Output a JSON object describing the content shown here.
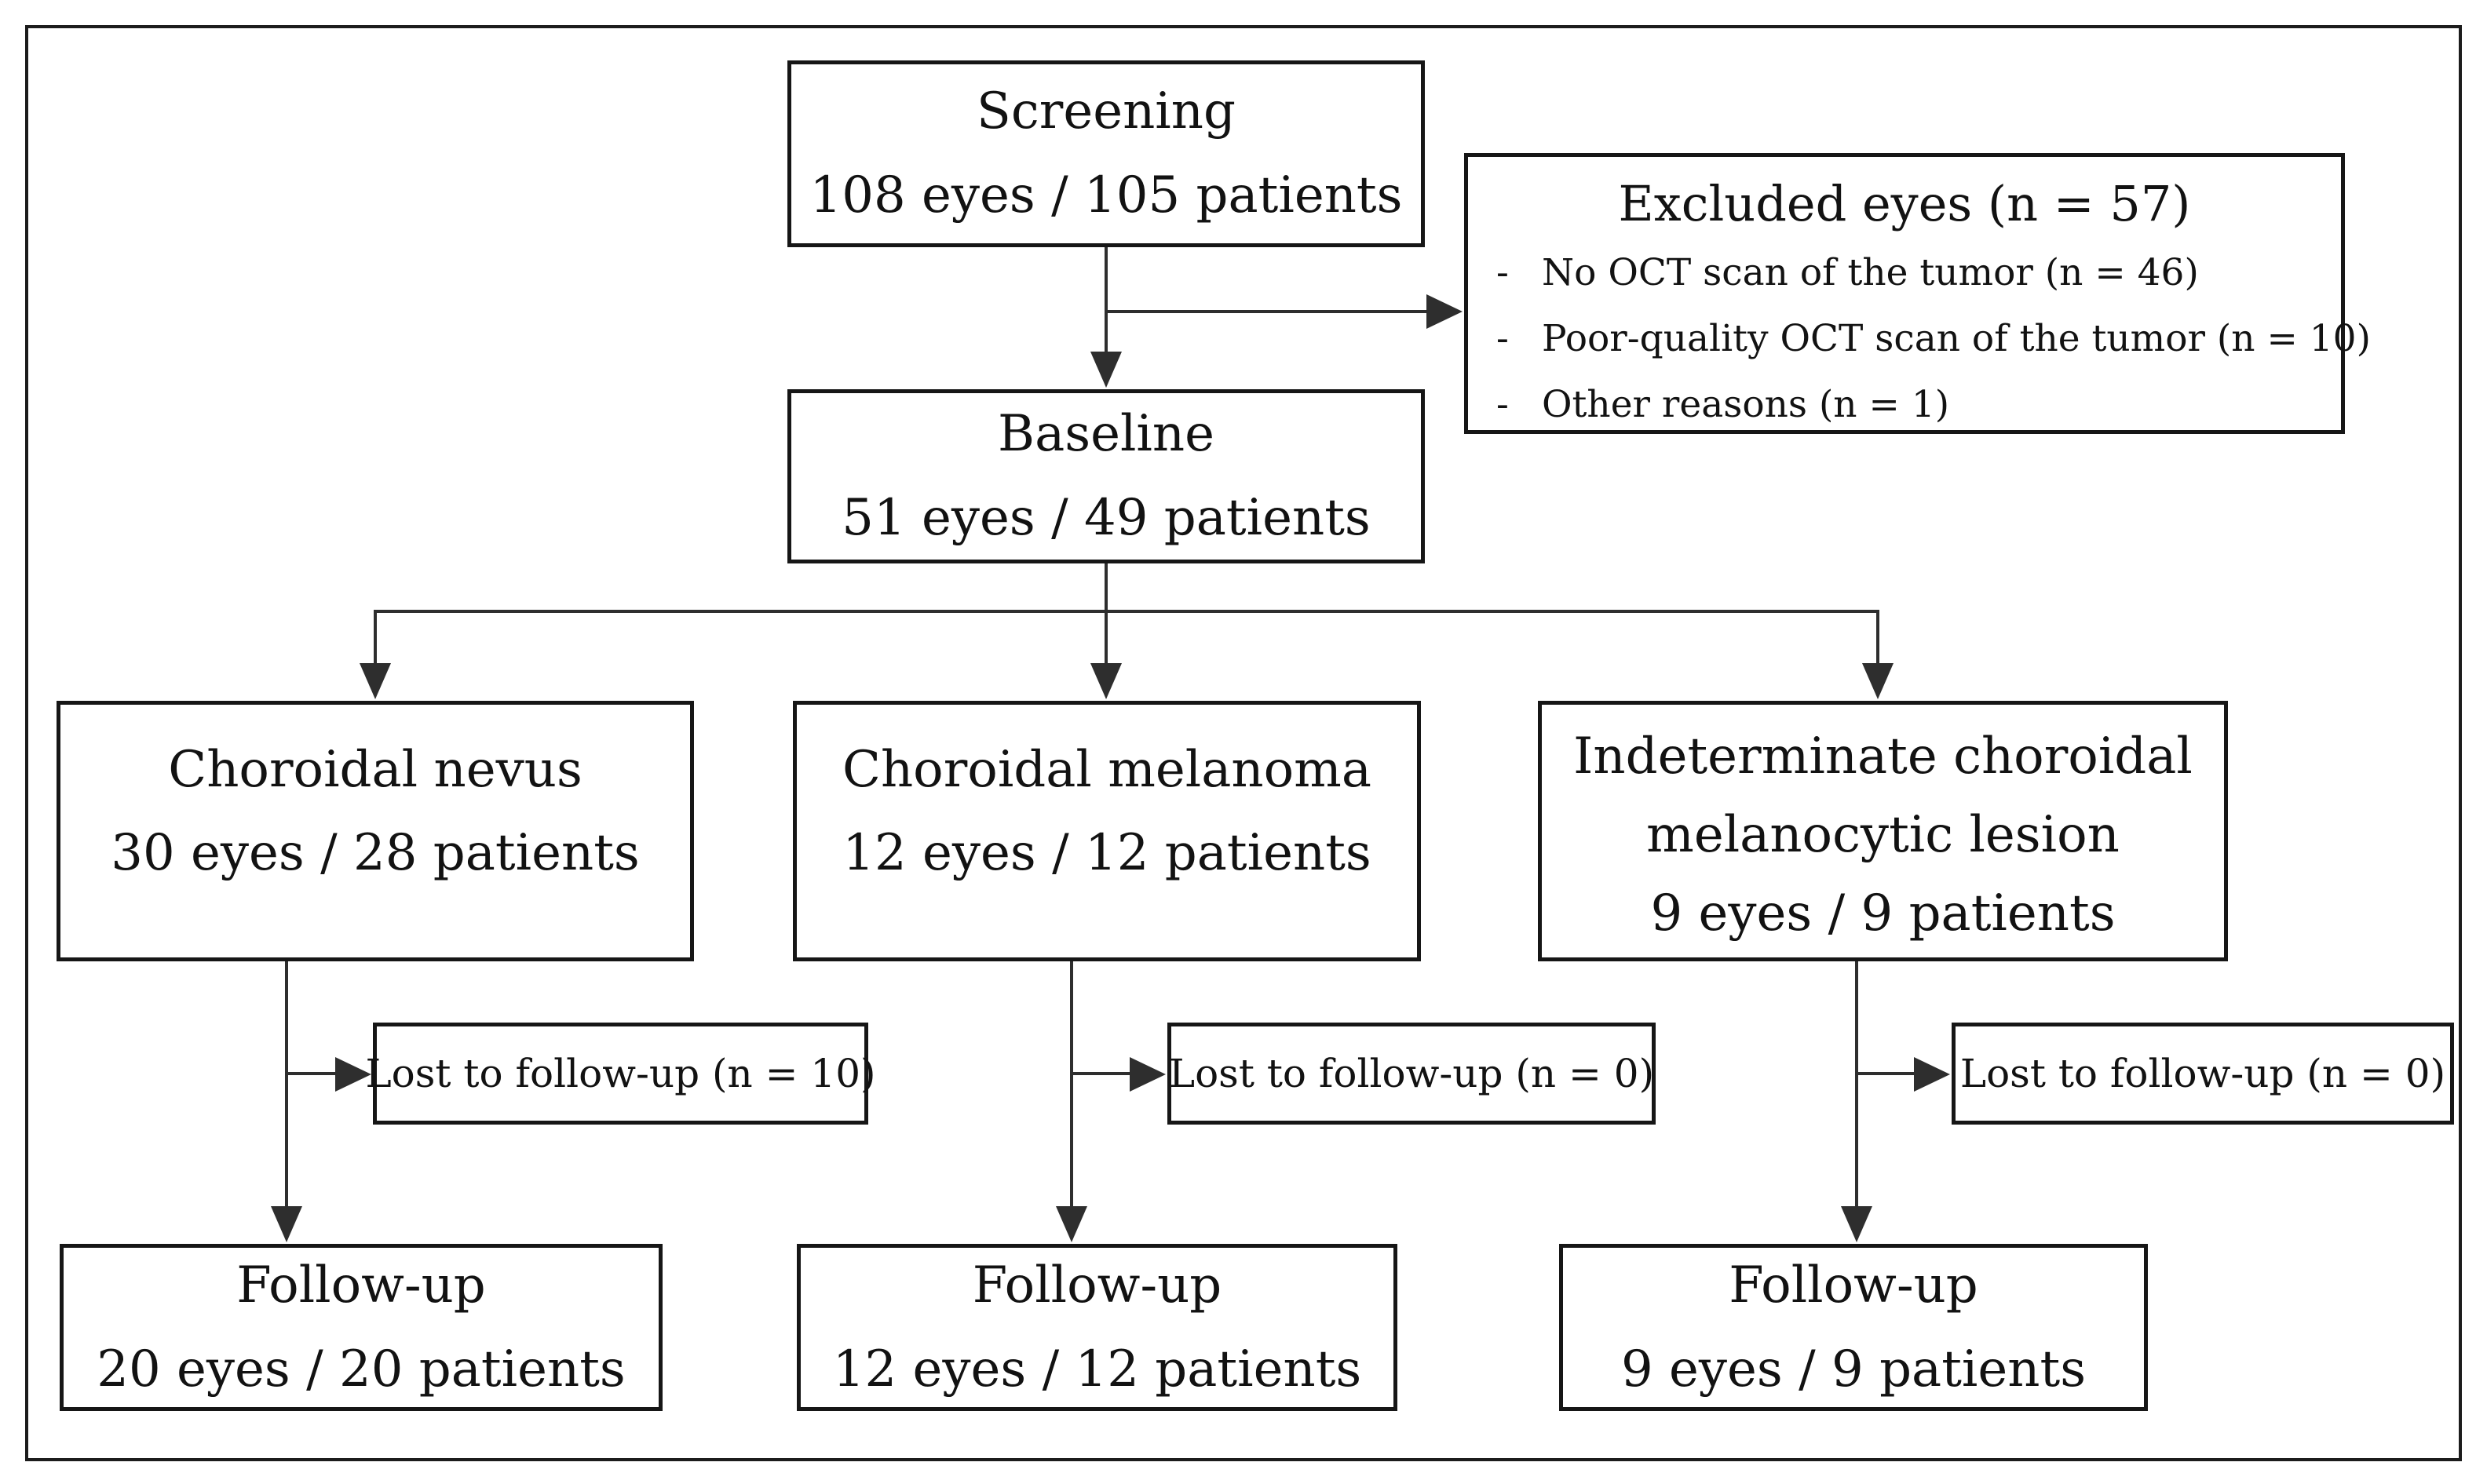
{
  "palette": {
    "background": "#ffffff",
    "ink": "#121212",
    "line": "#2e2e2e",
    "box_border": "#161616"
  },
  "diagram": {
    "screening": {
      "title": "Screening",
      "subtitle": "108 eyes / 105 patients"
    },
    "excluded": {
      "title": "Excluded eyes (n = 57)",
      "bullet": "-",
      "items": [
        "No OCT scan of the tumor (n = 46)",
        "Poor-quality OCT scan of the tumor (n = 10)",
        "Other reasons (n = 1)"
      ]
    },
    "baseline": {
      "title": "Baseline",
      "subtitle": "51 eyes / 49 patients"
    },
    "nevus": {
      "title": "Choroidal nevus",
      "subtitle": "30 eyes / 28 patients"
    },
    "melanoma": {
      "title": "Choroidal melanoma",
      "subtitle": "12 eyes / 12 patients"
    },
    "indeterminate": {
      "title": "Indeterminate choroidal melanocytic lesion",
      "subtitle": "9 eyes / 9 patients"
    },
    "lost_nevus": {
      "label": "Lost to follow-up (n = 10)"
    },
    "lost_melanoma": {
      "label": "Lost to follow-up (n = 0)"
    },
    "lost_indeterminate": {
      "label": "Lost to follow-up (n = 0)"
    },
    "followup_nevus": {
      "title": "Follow-up",
      "subtitle": "20 eyes / 20 patients"
    },
    "followup_melanoma": {
      "title": "Follow-up",
      "subtitle": "12 eyes / 12 patients"
    },
    "followup_indeterminate": {
      "title": "Follow-up",
      "subtitle": "9 eyes / 9 patients"
    }
  }
}
